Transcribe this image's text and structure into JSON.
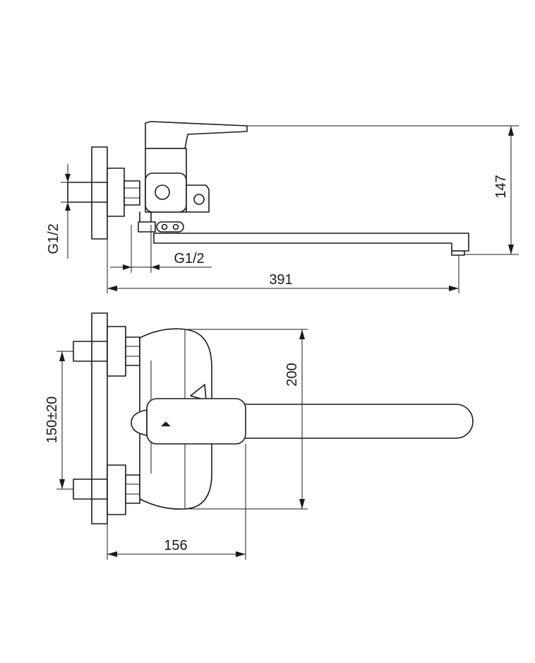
{
  "side_view": {
    "dim_height": "147",
    "dim_length": "391",
    "thread_wall": "G1/2",
    "thread_outlet": "G1/2"
  },
  "top_view": {
    "dim_body": "200",
    "dim_centers": "150±20",
    "dim_depth": "156"
  },
  "colors": {
    "line": "#1a1a1a",
    "background": "#ffffff"
  }
}
